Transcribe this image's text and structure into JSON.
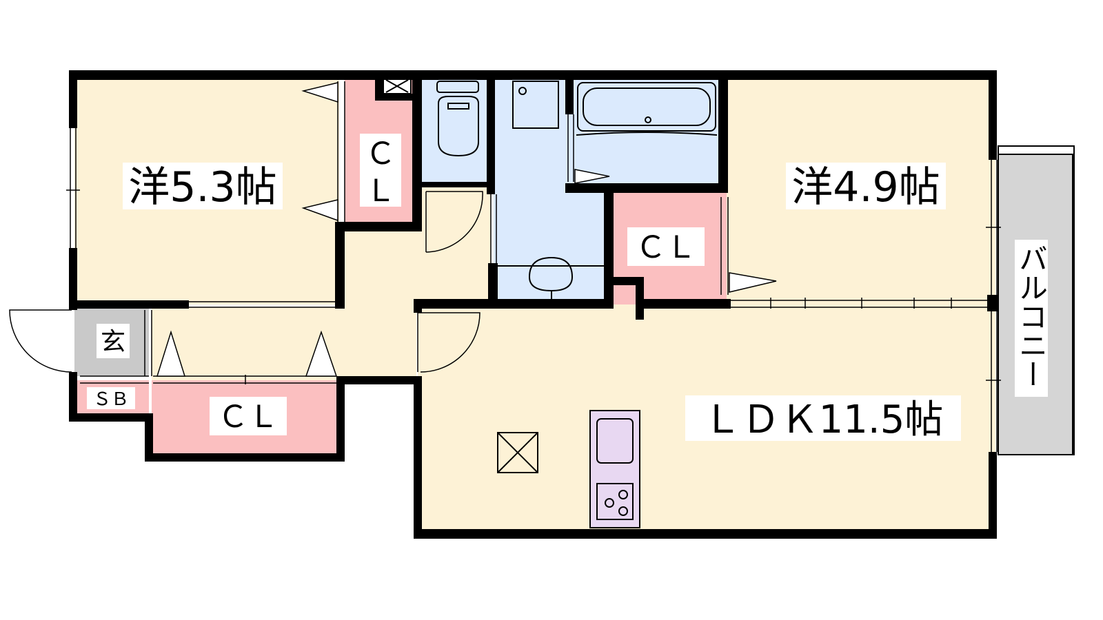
{
  "rooms": {
    "western_left": "洋5.3帖",
    "western_right": "洋4.9帖",
    "ldk": "ＬＤＫ11.5帖",
    "entrance": "玄",
    "shoe_box": "ＳＢ",
    "closet_top_left_line1": "Ｃ",
    "closet_top_left_line2": "Ｌ",
    "closet_middle": "ＣＬ",
    "closet_bottom": "ＣＬ"
  },
  "balcony": {
    "label": "バルコニー"
  },
  "colors": {
    "room_floor": "#fdf2d6",
    "closet": "#fbbfc0",
    "wet_area": "#dbeafd",
    "entrance": "#c9c9c9",
    "balcony": "#d5d5d5",
    "kitchen": "#e8d8f2",
    "wall": "#000000"
  }
}
